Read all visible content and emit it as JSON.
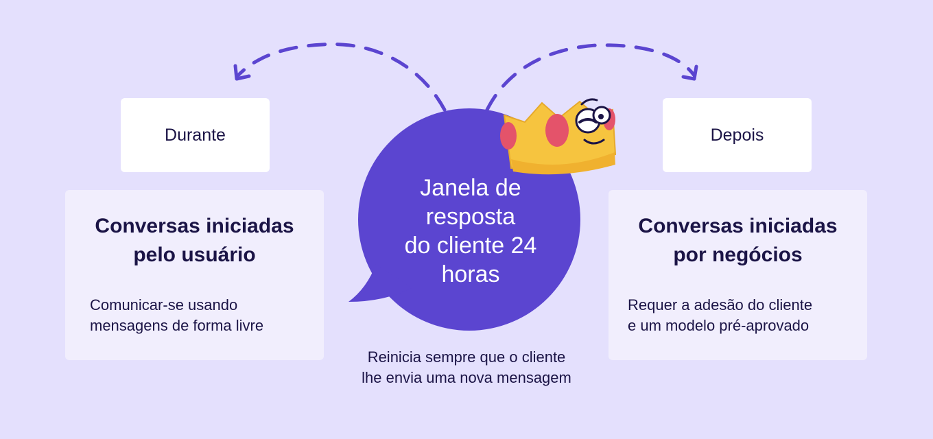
{
  "colors": {
    "background": "#e4e0fd",
    "accent": "#5b45d0",
    "label_box": "#ffffff",
    "card": "#f1eefd",
    "text": "#1b1446"
  },
  "labels": {
    "before": "Durante",
    "after": "Depois"
  },
  "cards": {
    "user": {
      "title": [
        "Conversas iniciadas",
        "pelo usuário"
      ],
      "description": [
        "Comunicar-se usando",
        "mensagens de forma livre"
      ]
    },
    "business": {
      "title": [
        "Conversas iniciadas",
        "por negócios"
      ],
      "description": [
        "Requer a adesão do cliente",
        "e um modelo pré-aprovado"
      ]
    }
  },
  "bubble": {
    "text": [
      "Janela de",
      "resposta",
      "do cliente 24",
      "horas"
    ]
  },
  "footnote": [
    "Reinicia sempre que o cliente",
    "lhe envia uma nova mensagem"
  ],
  "icons": {
    "arrows": "dashed-curved-arrow-icon",
    "mascot": "crown-mascot-icon"
  }
}
